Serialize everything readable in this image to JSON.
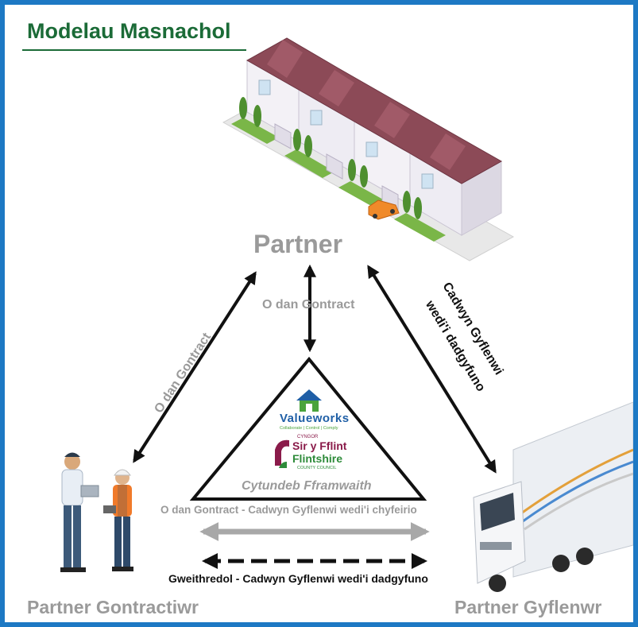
{
  "title": "Modelau Masnachol",
  "nodes": {
    "top": "Partner",
    "left": "Partner Gontractiwr",
    "right": "Partner Gyflenwr"
  },
  "links": {
    "top_center": "O dan Gontract",
    "left_diagonal": "O dan Gontract",
    "right_diagonal_line1": "Cadwyn Gyflenwi",
    "right_diagonal_line2": "wedi'i dadgyfuno",
    "bottom_grey": "O dan Gontract - Cadwyn Gyflenwi wedi'i chyfeirio",
    "bottom_black": "Gweithredol - Cadwyn Gyflenwi wedi'i dadgyfuno"
  },
  "framework": {
    "label": "Cytundeb Fframwaith",
    "logo1_name": "Valueworks",
    "logo1_tagline": "Collaborate | Control | Comply",
    "logo2_small": "CYNGOR",
    "logo2_welsh": "Sir y Fflint",
    "logo2_english": "Flintshire",
    "logo2_sub": "COUNTY COUNCIL"
  },
  "colors": {
    "frame": "#1d79c4",
    "title": "#1b6b37",
    "grey_text": "#9a9a9a",
    "arrow_black": "#111111",
    "arrow_grey": "#a8a8a8",
    "roof": "#8c4a57",
    "flintshire_maroon": "#8a1b4a",
    "flintshire_green": "#2e8b3a",
    "valueworks_blue": "#1f5fa6",
    "valueworks_green": "#4aa33c"
  }
}
